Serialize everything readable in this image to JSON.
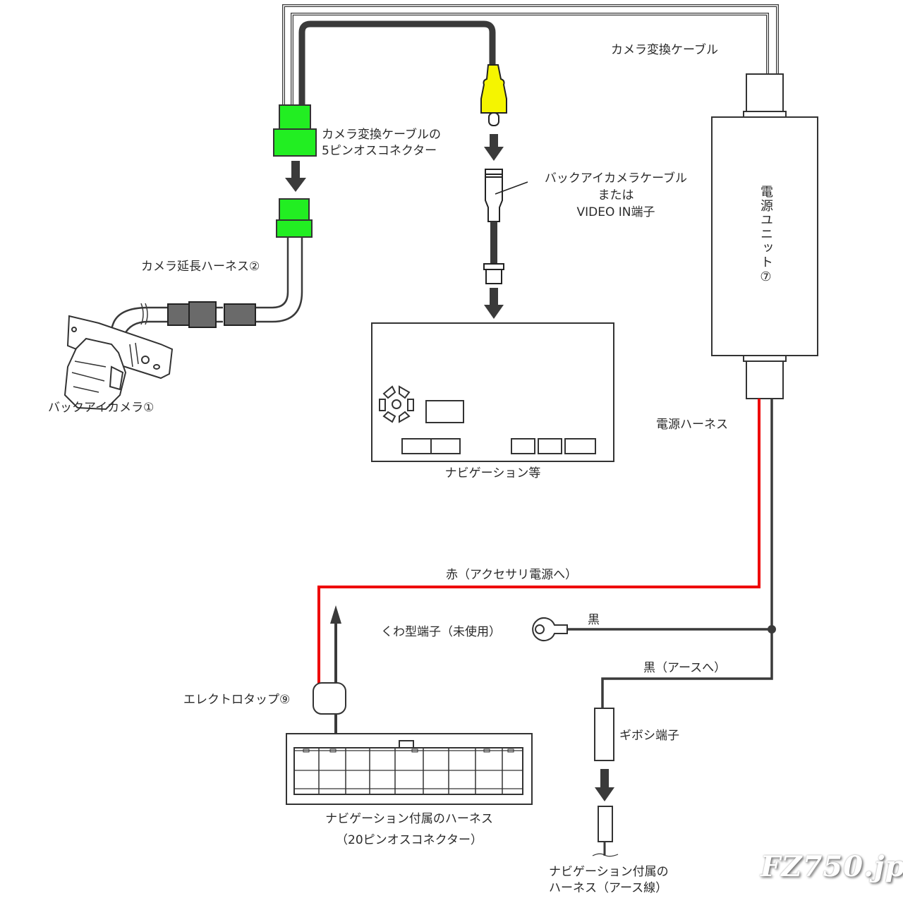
{
  "diagram": {
    "title": "Back-eye camera wiring diagram",
    "colors": {
      "line": "#3a3a3a",
      "connector_green": "#22ee22",
      "rca_yellow": "#f5f500",
      "wire_red": "#ee0000",
      "connector_gray": "#6a6a6a"
    },
    "labels": {
      "camera_conv_cable": "カメラ変換ケーブル",
      "camera_conv_5pin_line1": "カメラ変換ケーブルの",
      "camera_conv_5pin_line2": "5ピンオスコネクター",
      "backeye_cable_line1": "バックアイカメラケーブル",
      "backeye_cable_line2": "または",
      "backeye_cable_line3": "VIDEO IN端子",
      "power_unit": "電源ユニット⑦",
      "camera_ext_harness": "カメラ延長ハーネス②",
      "backeye_camera": "バックアイカメラ①",
      "navigation": "ナビゲーション等",
      "power_harness": "電源ハーネス",
      "red_wire": "赤（アクセサリ電源へ）",
      "ring_terminal": "くわ型端子（未使用）",
      "black1": "黒",
      "black_ground": "黒（アースへ）",
      "electro_tap": "エレクトロタップ⑨",
      "gibosi": "ギボシ端子",
      "nav_harness_line1": "ナビゲーション付属のハーネス",
      "nav_harness_line2": "（20ピンオスコネクター）",
      "nav_ground_line1": "ナビゲーション付属の",
      "nav_ground_line2": "ハーネス（アース線）"
    },
    "watermark": "FZ750.jp"
  }
}
